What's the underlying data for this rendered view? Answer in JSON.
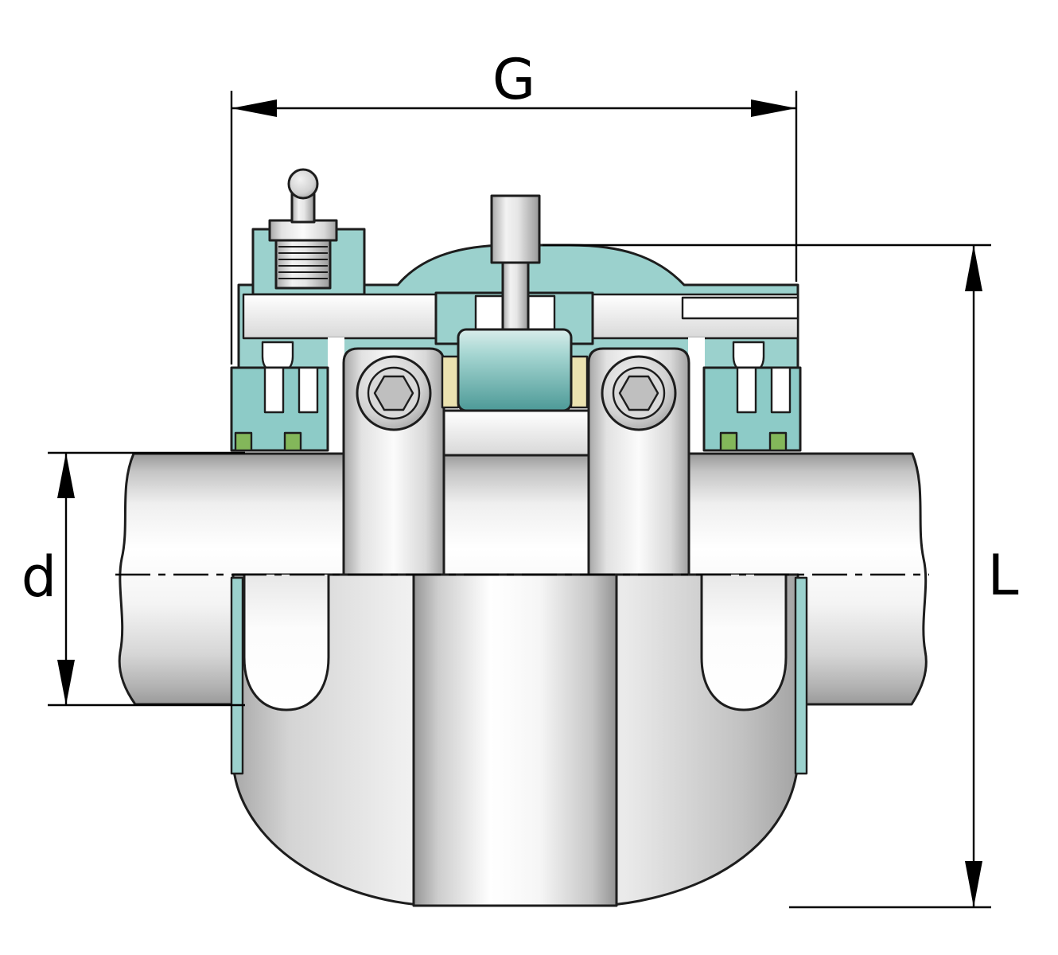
{
  "dimensions": {
    "width": {
      "label": "G"
    },
    "shaft_diameter": {
      "label": "d"
    },
    "total_length": {
      "label": "L"
    }
  },
  "colors": {
    "housing_teal": "#9bd1cd",
    "seal_teal": "#8dcbc7",
    "seal_green": "#83b75a",
    "cage_cream": "#ebe2b0",
    "metal_light": "#f2f2f2",
    "outline": "#1d1d1d"
  }
}
